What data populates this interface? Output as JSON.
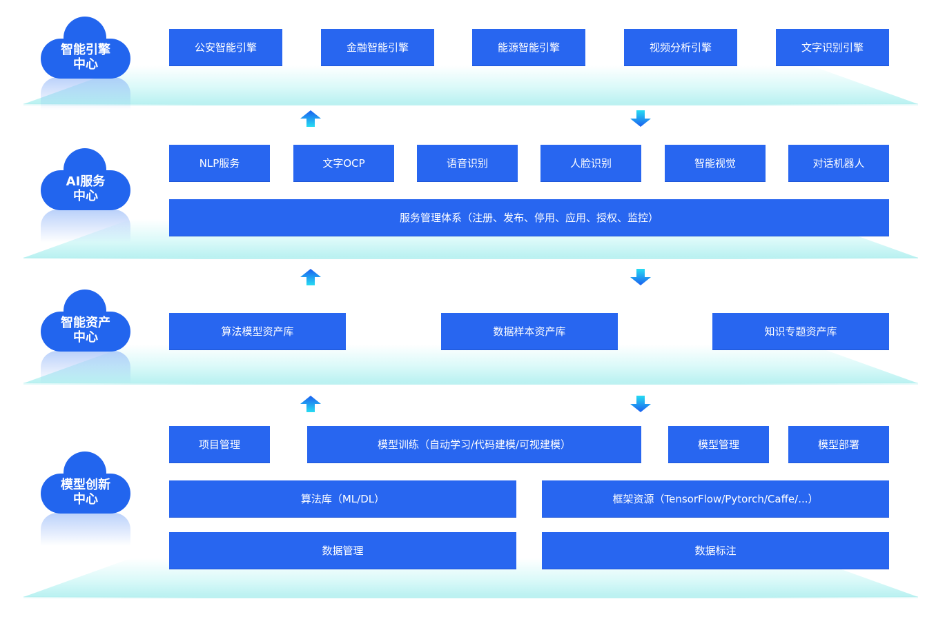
{
  "colors": {
    "box": "#2866f0",
    "cloud": "#2265ee",
    "platform": "#b9f1f1",
    "arrow_cyan": "#23d8f0"
  },
  "layers": [
    {
      "title_line1": "智能引擎",
      "title_line2": "中心",
      "items": [
        "公安智能引擎",
        "金融智能引擎",
        "能源智能引擎",
        "视频分析引擎",
        "文字识别引擎"
      ]
    },
    {
      "title_line1": "AI服务",
      "title_line2": "中心",
      "items": [
        "NLP服务",
        "文字OCP",
        "语音识别",
        "人脸识别",
        "智能视觉",
        "对话机器人"
      ],
      "wide": "服务管理体系（注册、发布、停用、应用、授权、监控）"
    },
    {
      "title_line1": "智能资产",
      "title_line2": "中心",
      "items": [
        "算法模型资产库",
        "数据样本资产库",
        "知识专题资产库"
      ]
    },
    {
      "title_line1": "模型创新",
      "title_line2": "中心",
      "row1": [
        "项目管理",
        "模型训练（自动学习/代码建模/可视建模）",
        "模型管理",
        "模型部署"
      ],
      "row2": [
        "算法库（ML/DL）",
        "框架资源（TensorFlow/Pytorch/Caffe/...）"
      ],
      "row3": [
        "数据管理",
        "数据标注"
      ]
    }
  ],
  "arrows": [
    "up-arrow",
    "down-arrow"
  ]
}
